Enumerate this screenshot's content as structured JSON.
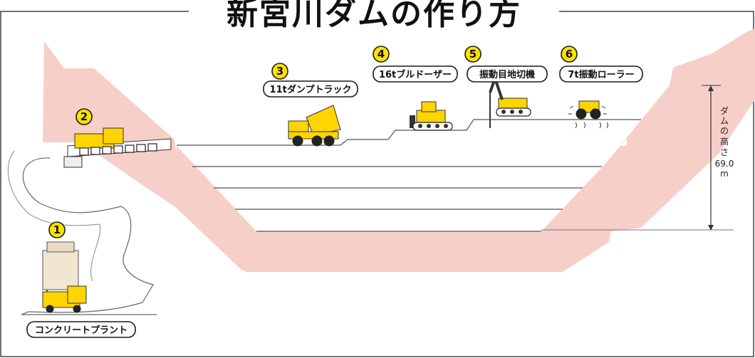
{
  "title": "新宮川ダムの作り方",
  "steps": [
    {
      "number": "1",
      "label": "コンクリートプラント"
    },
    {
      "number": "2",
      "label": ""
    },
    {
      "number": "3",
      "label": "11tダンプトラック"
    },
    {
      "number": "4",
      "label": "16tブルドーザー"
    },
    {
      "number": "5",
      "label": "振動目地切機"
    },
    {
      "number": "6",
      "label": "7t振動ローラー"
    }
  ],
  "dam_height": {
    "label_line1": "ダ",
    "label_line2": "ム",
    "label_line3": "の",
    "label_line4": "高",
    "label_line5": "さ",
    "value": "69.0",
    "unit": "m"
  },
  "colors": {
    "rock": "#f6cfc8",
    "machine": "#ffd400",
    "badge": "#ffe100"
  }
}
